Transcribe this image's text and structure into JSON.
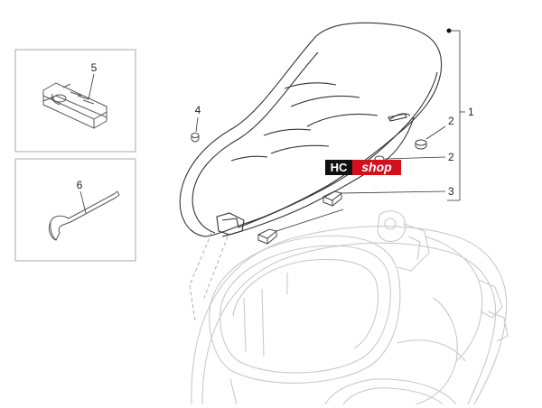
{
  "diagram": {
    "callouts": {
      "seat": "1",
      "plug_upper": "2",
      "plug_lower": "2",
      "bumper": "3",
      "small_plug": "4",
      "clip": "5",
      "wrench": "6"
    },
    "logo": {
      "left": "HC",
      "right": "shop",
      "color_left": "#111111",
      "color_right": "#d0111b"
    },
    "line_color_main": "#333333",
    "line_color_faint": "#c9c9c9"
  }
}
